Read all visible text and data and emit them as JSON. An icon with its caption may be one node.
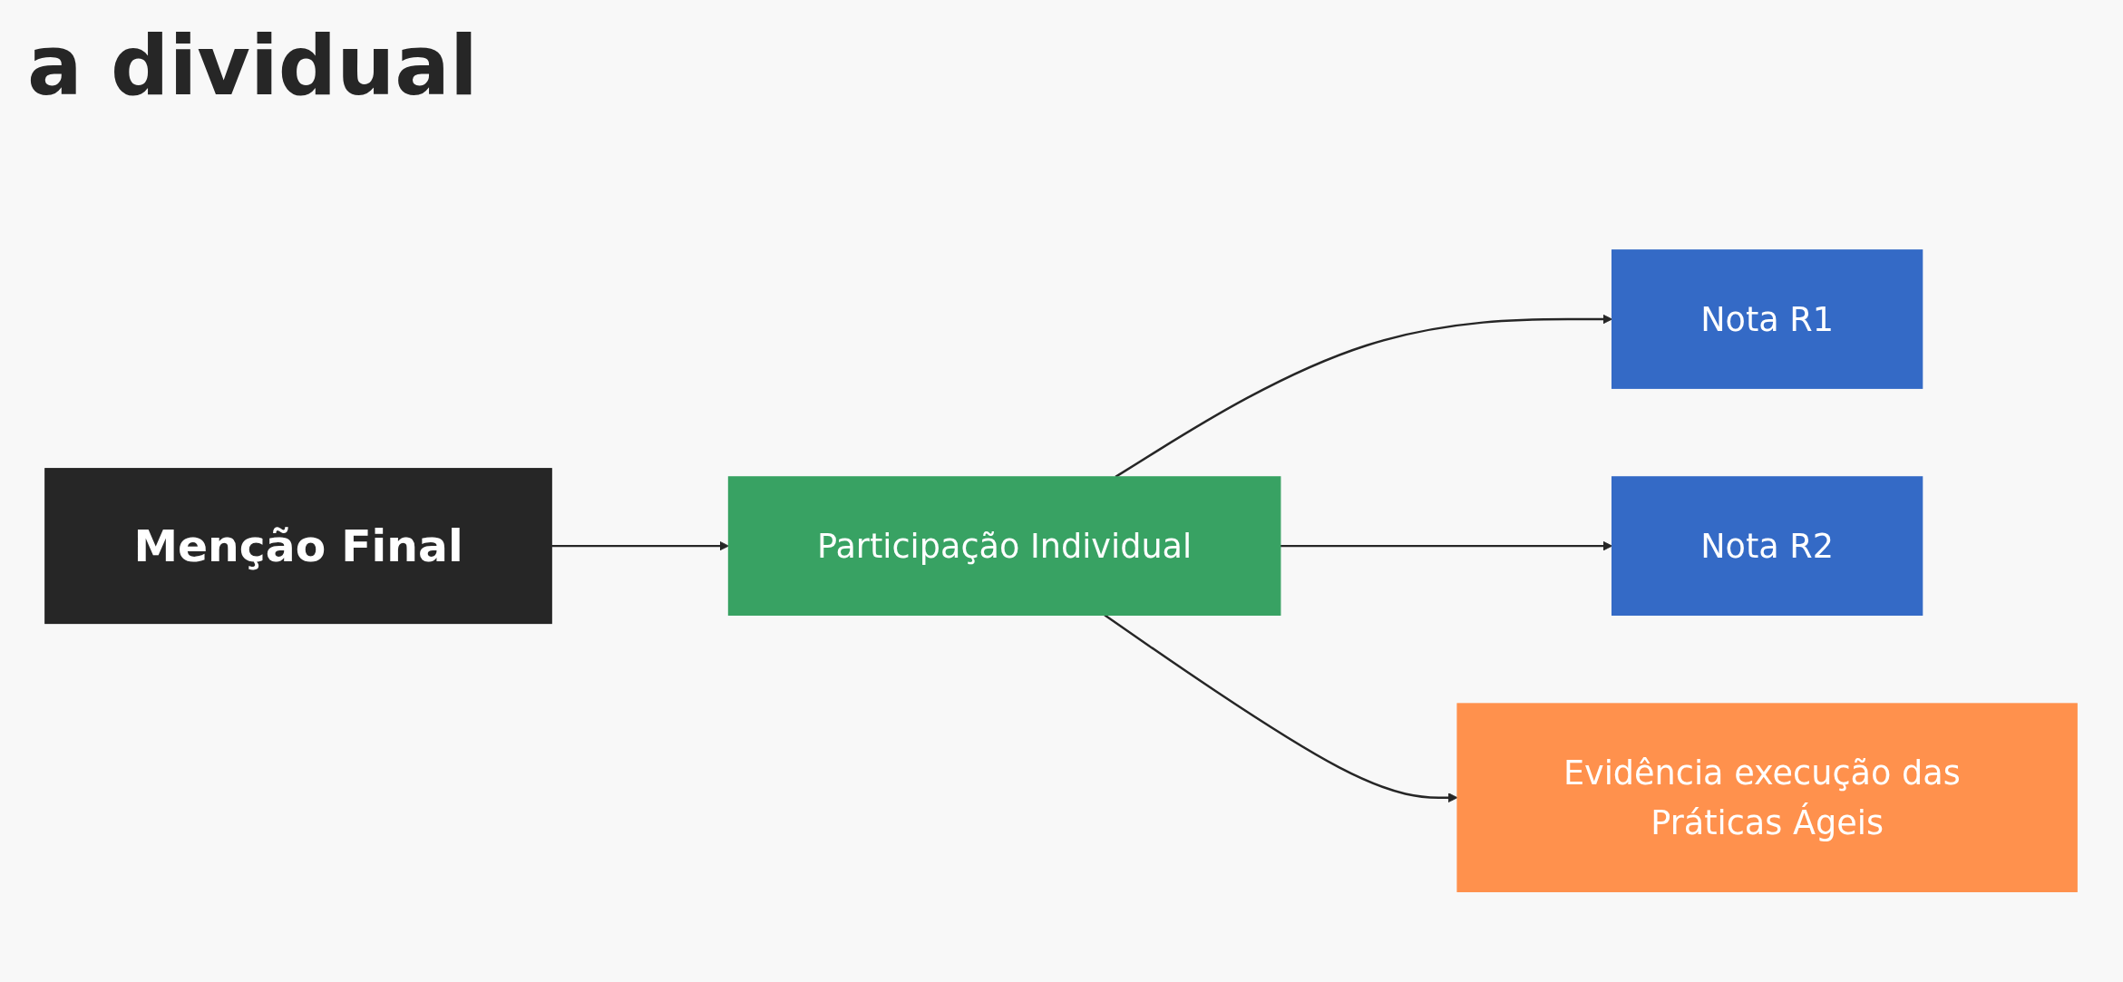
{
  "diagram": {
    "title": "a dividual",
    "nodes": [
      {
        "text": [
          "Menção Final"
        ]
      },
      {
        "text": [
          "Participação Individual"
        ]
      },
      {
        "text": [
          "Nota R1"
        ]
      },
      {
        "text": [
          "Nota R2"
        ]
      },
      {
        "text": [
          "Evidência execução das Práticas Ágeis"
        ]
      }
    ],
    "edges": [
      {
        "from": 0,
        "to": 1,
        "arrow": "to"
      },
      {
        "from": 1,
        "to": 2,
        "arrow": "to"
      },
      {
        "from": 1,
        "to": 3,
        "arrow": "to"
      },
      {
        "from": 1,
        "to": 4,
        "arrow": "to"
      }
    ]
  }
}
